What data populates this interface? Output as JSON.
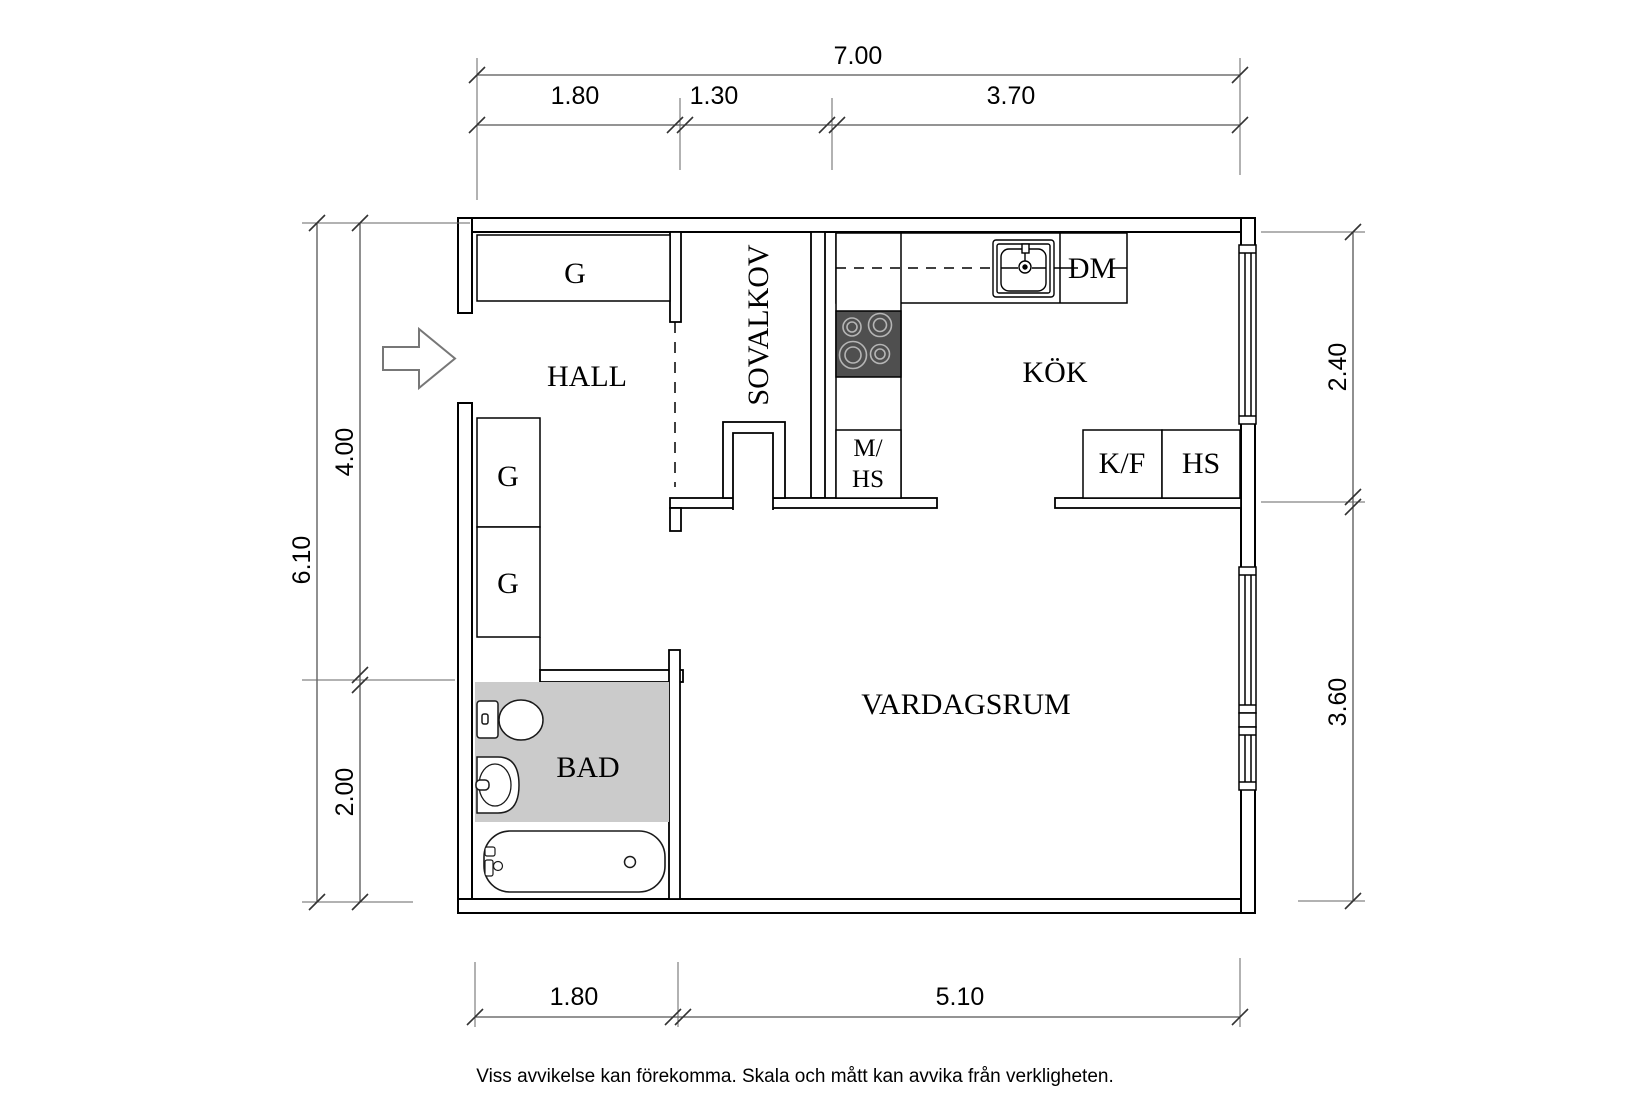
{
  "rooms": {
    "hall": "HALL",
    "sleeping_alcove": "SOVALKOV",
    "kitchen": "KÖK",
    "living_room": "VARDAGSRUM",
    "bathroom": "BAD"
  },
  "fixtures": {
    "wardrobe": "G",
    "dishwasher": "DM",
    "micro_line1": "M/",
    "micro_line2": "HS",
    "fridge_freezer": "K/F",
    "tall_cabinet": "HS"
  },
  "dimensions": {
    "top": {
      "total": "7.00",
      "segments": [
        "1.80",
        "1.30",
        "3.70"
      ]
    },
    "bottom": {
      "segments": [
        "1.80",
        "5.10"
      ]
    },
    "left": {
      "total": "6.10",
      "segments": [
        "4.00",
        "2.00"
      ]
    },
    "right": {
      "segments": [
        "2.40",
        "3.60"
      ]
    }
  },
  "disclaimer": "Viss avvikelse kan förekomma. Skala och mått kan avvika från verkligheten.",
  "colors": {
    "bathroom_floor": "#cbcbcb",
    "stove": "#4f4f4f",
    "wall_line": "#000000",
    "dimension_line": "#555555"
  }
}
